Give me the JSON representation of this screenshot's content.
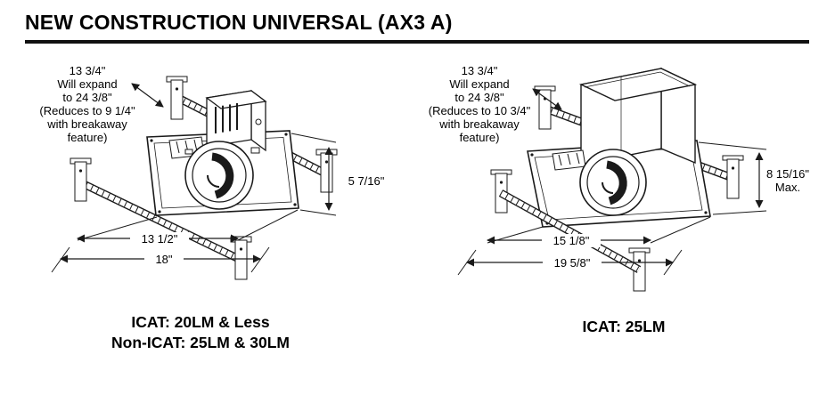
{
  "page": {
    "title": "NEW CONSTRUCTION UNIVERSAL (AX3 A)"
  },
  "left": {
    "note": [
      "13 3/4\"",
      "Will expand",
      "to 24 3/8\"",
      "(Reduces to 9 1/4\"",
      "with breakaway",
      "feature)"
    ],
    "dim_height": "5 7/16\"",
    "dim_width_inner": "13 1/2\"",
    "dim_width_outer": "18\"",
    "caption": [
      "ICAT: 20LM & Less",
      "Non-ICAT: 25LM & 30LM"
    ]
  },
  "right": {
    "note": [
      "13 3/4\"",
      "Will expand",
      "to 24 3/8\"",
      "(Reduces to 10 3/4\"",
      "with breakaway",
      "feature)"
    ],
    "dim_height": [
      "8 15/16\"",
      "Max."
    ],
    "dim_width_inner": "15 1/8\"",
    "dim_width_outer": "19 5/8\"",
    "caption": "ICAT: 25LM"
  },
  "drawing": {
    "stroke_color": "#1a1a1a"
  }
}
